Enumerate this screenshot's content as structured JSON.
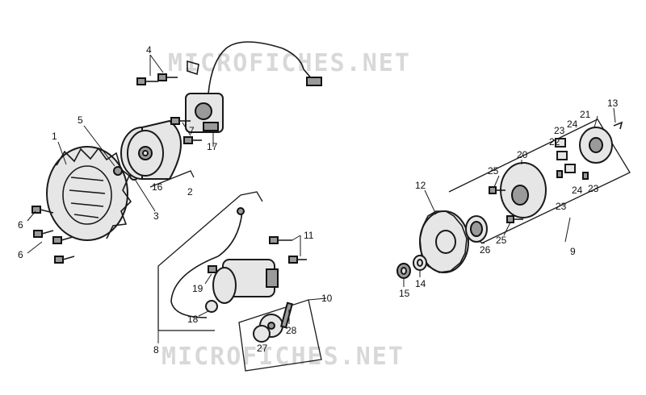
{
  "watermark": {
    "top": "MICROFICHES.NET",
    "bottom": "MICROFICHES.NET"
  },
  "callouts": {
    "c1": "1",
    "c2": "2",
    "c3": "3",
    "c4": "4",
    "c5": "5",
    "c6a": "6",
    "c6b": "6",
    "c7": "7",
    "c8": "8",
    "c9": "9",
    "c10": "10",
    "c11": "11",
    "c12": "12",
    "c13": "13",
    "c14": "14",
    "c15": "15",
    "c16": "16",
    "c17": "17",
    "c18": "18",
    "c19": "19",
    "c20": "20",
    "c21": "21",
    "c22": "22",
    "c23a": "23",
    "c23b": "23",
    "c23c": "23",
    "c24a": "24",
    "c24b": "24",
    "c25a": "25",
    "c25b": "25",
    "c26": "26",
    "c27": "27",
    "c28": "28"
  }
}
